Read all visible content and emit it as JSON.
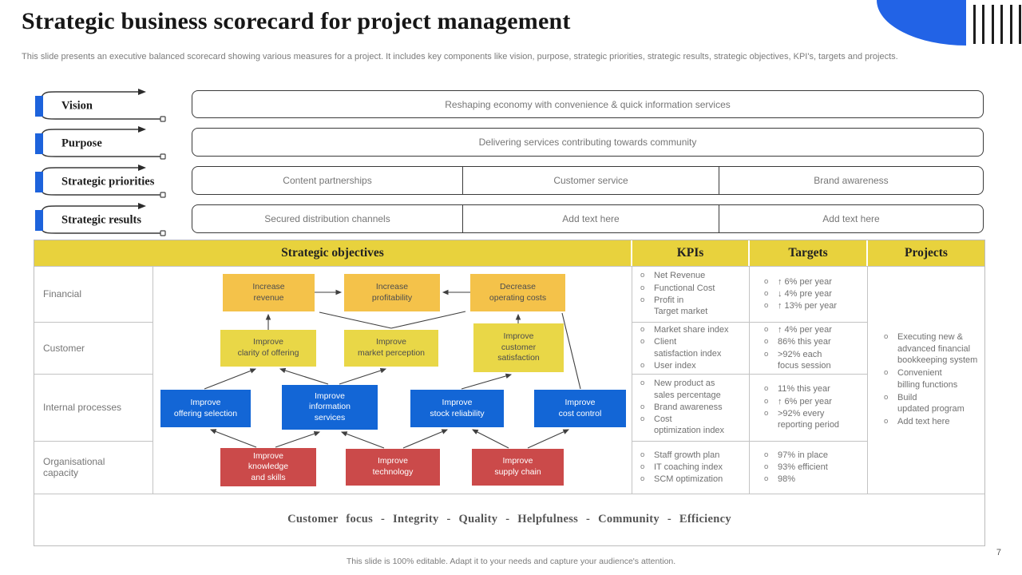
{
  "slide": {
    "title": "Strategic business scorecard for project management",
    "subtitle": "This slide presents an executive balanced scorecard showing various measures for a project. It includes key components like vision, purpose, strategic priorities, strategic results, strategic objectives, KPI's, targets and projects.",
    "footer": "This slide is 100% editable. Adapt it to your needs and capture your audience's attention.",
    "page_number": "7"
  },
  "colors": {
    "accent_blue": "#1366d6",
    "decor_blue": "#2263e6",
    "amber": "#f4c24a",
    "yellow": "#e9d747",
    "header_yellow": "#e8d23d",
    "red": "#cb4a4a",
    "bar_black": "#1d1d1d"
  },
  "icons": {
    "bullet": "o"
  },
  "left_labels": [
    {
      "label": "Vision"
    },
    {
      "label": "Purpose"
    },
    {
      "label": "Strategic priorities"
    },
    {
      "label": "Strategic results"
    }
  ],
  "statements": [
    {
      "cells": [
        "Reshaping economy with convenience & quick information services"
      ]
    },
    {
      "cells": [
        "Delivering services contributing towards community"
      ]
    },
    {
      "cells": [
        "Content partnerships",
        "Customer service",
        "Brand awareness"
      ]
    },
    {
      "cells": [
        "Secured distribution channels",
        "Add text here",
        "Add text here"
      ]
    }
  ],
  "table": {
    "headers": {
      "objectives": "Strategic objectives",
      "kpis": "KPIs",
      "targets": "Targets",
      "projects": "Projects"
    },
    "rows": [
      {
        "label": "Financial",
        "kpis": [
          "Net Revenue",
          "Functional Cost",
          "Profit in\nTarget market"
        ],
        "targets": [
          "↑ 6% per year",
          "↓ 4% pre year",
          "↑ 13% per year"
        ]
      },
      {
        "label": "Customer",
        "kpis": [
          "Market share index",
          "Client\nsatisfaction index",
          "User index"
        ],
        "targets": [
          "↑ 4% per year",
          "86% this year",
          ">92% each\nfocus session"
        ]
      },
      {
        "label": "Internal processes",
        "kpis": [
          "New product as\nsales percentage",
          "Brand awareness",
          "Cost\noptimization index"
        ],
        "targets": [
          "11% this year",
          "↑ 6% per year",
          ">92% every\nreporting period"
        ]
      },
      {
        "label": "Organisational\ncapacity",
        "kpis": [
          "Staff growth plan",
          "IT coaching index",
          "SCM optimization"
        ],
        "targets": [
          "97% in place",
          "93% efficient",
          "98%"
        ]
      }
    ],
    "projects": [
      "Executing new &\nadvanced financial\nbookkeeping system",
      "Convenient\nbilling functions",
      "Build\nupdated program",
      "Add text here"
    ],
    "values_row": "Customer focus - Integrity - Quality - Helpfulness - Community - Efficiency"
  },
  "flow": {
    "financial": [
      "Increase\nrevenue",
      "Increase\nprofitability",
      "Decrease\noperating costs"
    ],
    "customer": [
      "Improve\nclarity of offering",
      "Improve\nmarket perception",
      "Improve\ncustomer\nsatisfaction"
    ],
    "internal": [
      "Improve\noffering selection",
      "Improve\ninformation\nservices",
      "Improve\nstock reliability",
      "Improve\ncost control"
    ],
    "organisational": [
      "Improve\nknowledge\nand skills",
      "Improve\ntechnology",
      "Improve\nsupply chain"
    ]
  }
}
